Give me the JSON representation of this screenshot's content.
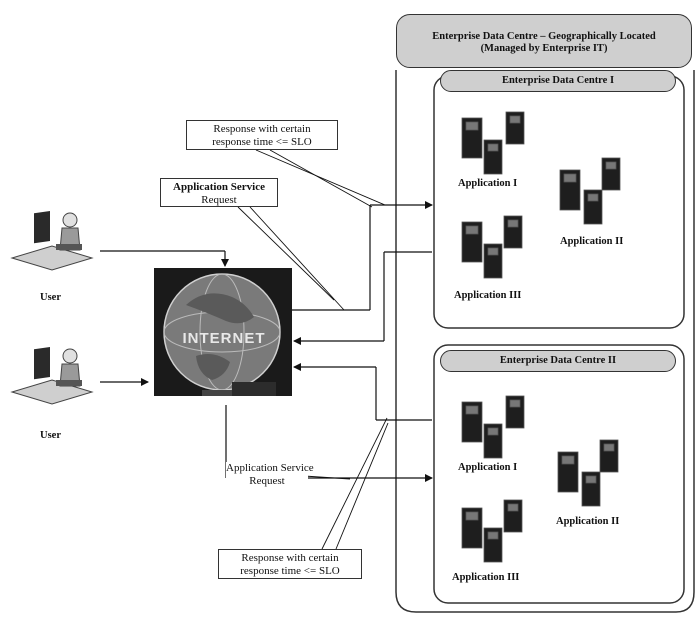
{
  "enterprise": {
    "title_line1": "Enterprise Data Centre – Geographically Located",
    "title_line2": "(Managed by Enterprise IT)"
  },
  "dc1": {
    "title": "Enterprise Data Centre I",
    "apps": [
      "Application I",
      "Application II",
      "Application III"
    ]
  },
  "dc2": {
    "title": "Enterprise Data Centre II",
    "apps": [
      "Application I",
      "Application II",
      "Application III"
    ]
  },
  "users": [
    "User",
    "User"
  ],
  "internet": {
    "label": "INTERNET"
  },
  "callouts": {
    "response_top_line1": "Response with certain",
    "response_top_line2": "response time <= SLO",
    "request_top_line1": "Application Service",
    "request_top_line2": "Request",
    "request_bottom_line1": "Application Service",
    "request_bottom_line2": "Request",
    "response_bottom_line1": "Response with certain",
    "response_bottom_line2": "response time <= SLO"
  }
}
